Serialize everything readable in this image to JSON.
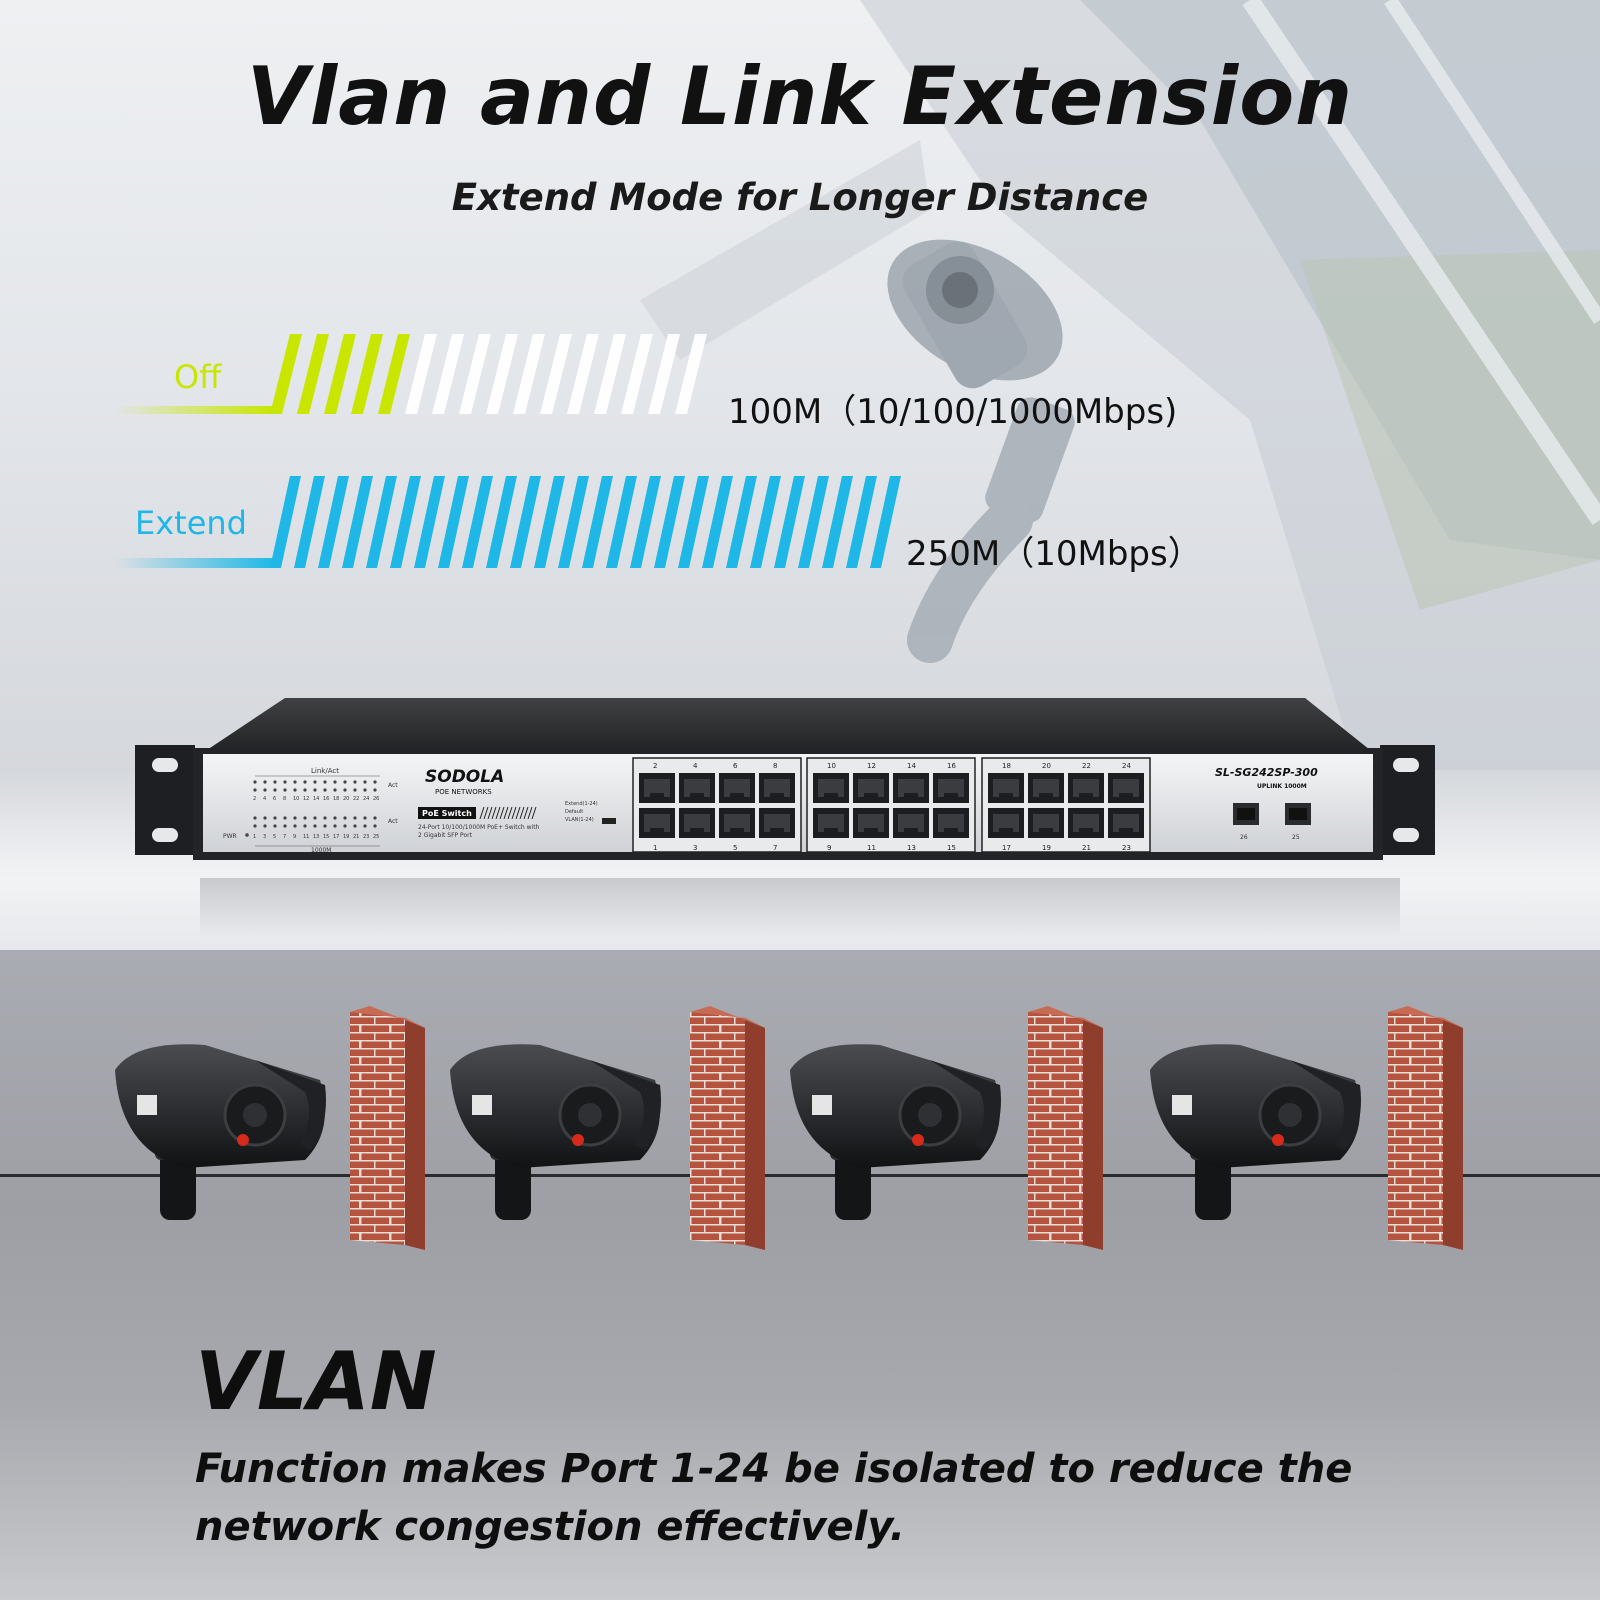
{
  "heading": {
    "title": "Vlan and Link Extension",
    "subtitle": "Extend Mode for Longer Distance"
  },
  "modes": [
    {
      "label": "Off",
      "speed": "100M（10/100/1000Mbps)",
      "color": "#c8e600"
    },
    {
      "label": "Extend",
      "speed": "250M（10Mbps）",
      "color": "#1fb8e6"
    }
  ],
  "device": {
    "brand": "SODOLA",
    "brand_sub": "POE NETWORKS",
    "model": "SL-SG242SP-300",
    "uplink": "UPLINK 1000M",
    "badge": "PoE Switch",
    "desc_line1": "24-Port 10/100/1000M PoE+ Switch with",
    "desc_line2": "2 Gigabit SFP Port",
    "led_group_label": "Link/Act",
    "led_speed_label": "1000M",
    "act_label": "Act",
    "pwr_label": "PWR",
    "switch_labels": [
      "Extend(1-24)",
      "Default",
      "VLAN(1-24)"
    ],
    "top_port_numbers": [
      "2",
      "4",
      "6",
      "8",
      "10",
      "12",
      "14",
      "16",
      "18",
      "20",
      "22",
      "24"
    ],
    "bottom_port_numbers": [
      "1",
      "3",
      "5",
      "7",
      "9",
      "11",
      "13",
      "15",
      "17",
      "19",
      "21",
      "23"
    ],
    "sfp_numbers": [
      "26",
      "25"
    ],
    "led_top_numbers": [
      "2",
      "4",
      "6",
      "8",
      "10",
      "12",
      "14",
      "16",
      "18",
      "20",
      "22",
      "24",
      "26"
    ],
    "led_bottom_numbers": [
      "1",
      "3",
      "5",
      "7",
      "9",
      "11",
      "13",
      "15",
      "17",
      "19",
      "21",
      "23",
      "25"
    ]
  },
  "camera_count": 4,
  "bottom": {
    "heading": "VLAN",
    "text": "Function makes Port 1-24 be isolated to reduce the network congestion effectively."
  },
  "colors": {
    "off_accent": "#c8e600",
    "extend_accent": "#1fb8e6",
    "brick": "#b5533e"
  }
}
